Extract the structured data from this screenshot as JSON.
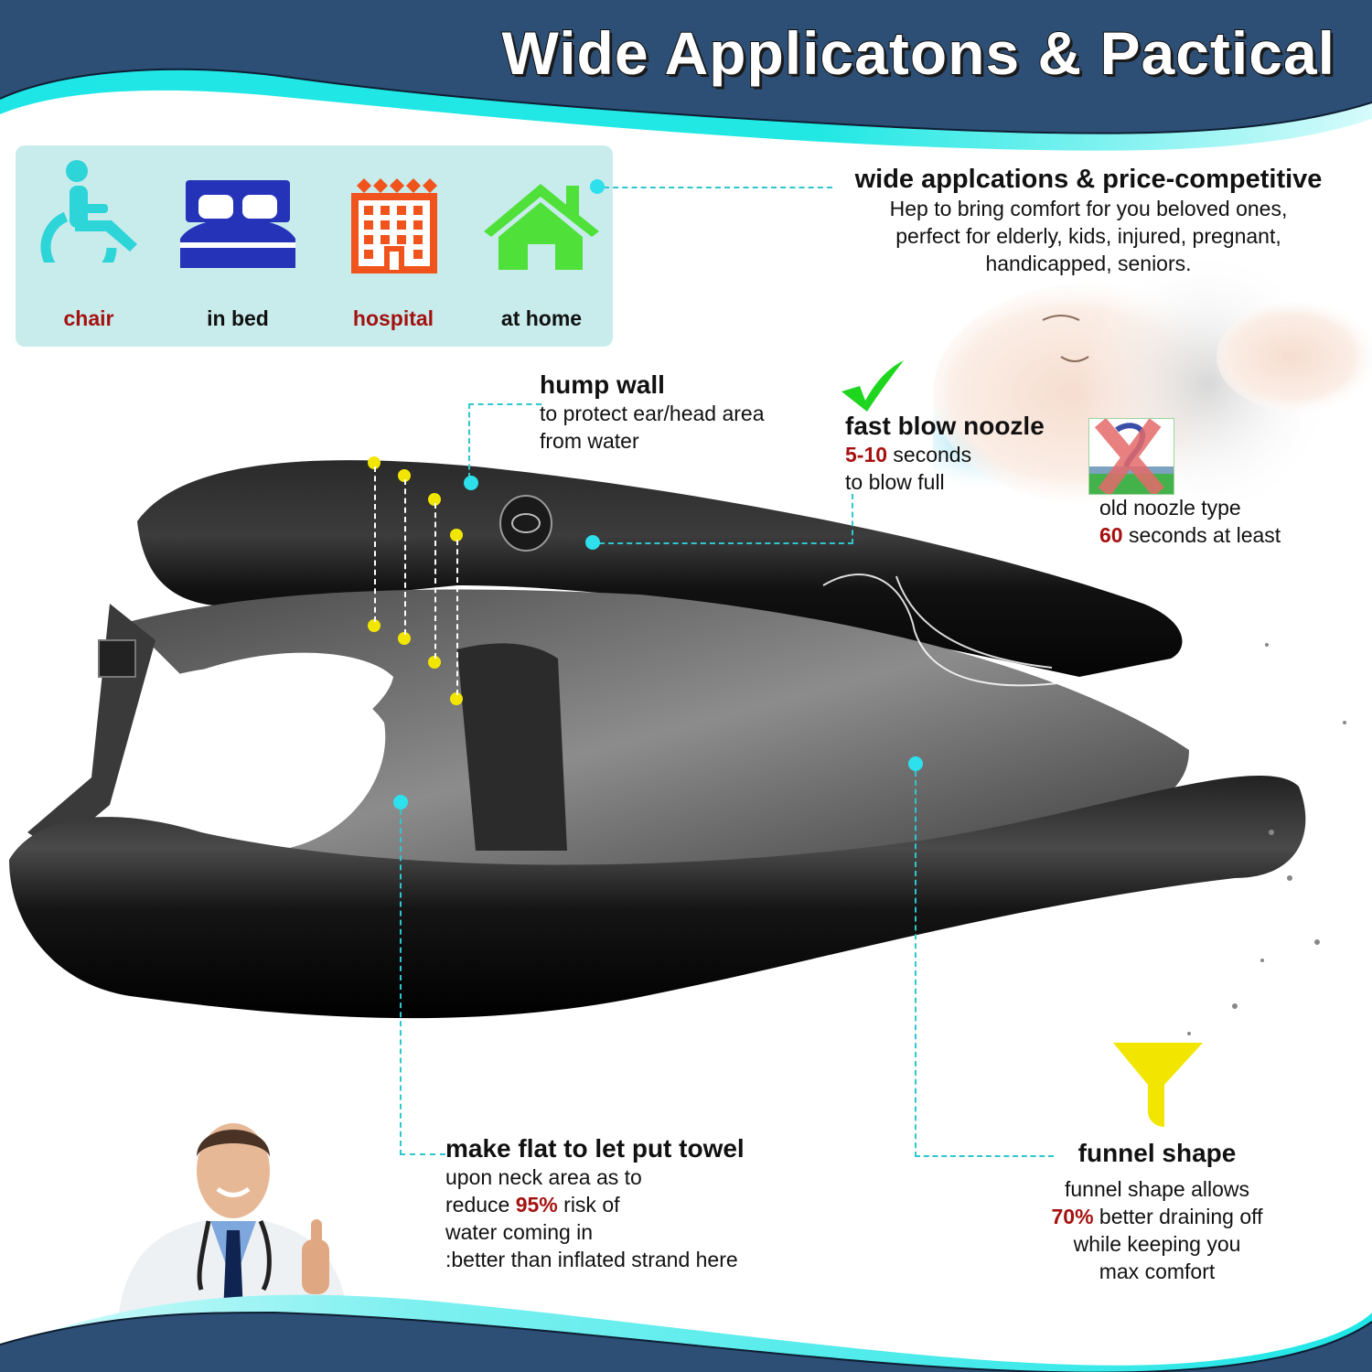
{
  "header": {
    "title": "Wide Applicatons & Pactical",
    "band_color": "#2d4f75",
    "wave_color": "#1fe6e6"
  },
  "applications": {
    "items": [
      {
        "label": "chair",
        "icon": "wheelchair-icon",
        "color": "#2dd4d8",
        "label_color": "#a51111"
      },
      {
        "label": "in bed",
        "icon": "bed-icon",
        "color": "#2433b8",
        "label_color": "#111111"
      },
      {
        "label": "hospital",
        "icon": "hospital-building-icon",
        "color": "#f0531c",
        "label_color": "#a51111"
      },
      {
        "label": "at home",
        "icon": "house-icon",
        "color": "#4fe03a",
        "label_color": "#111111"
      }
    ],
    "panel_color": "#c8ecec"
  },
  "callouts": {
    "wide_applications": {
      "heading": "wide applcations & price-competitive",
      "lines": [
        "Hep to bring comfort for you beloved ones,",
        "perfect for elderly, kids, injured, pregnant,",
        "handicapped, seniors."
      ]
    },
    "hump_wall": {
      "heading": "hump wall",
      "lines": [
        "to protect ear/head area",
        "from  water"
      ]
    },
    "fast_blow": {
      "heading": "fast blow noozle",
      "highlight": "5-10",
      "line1_rest": " seconds",
      "line2": "to blow full",
      "icon": "checkmark-icon"
    },
    "old_noozle": {
      "line1": "old noozle type",
      "highlight": "60",
      "line2_rest": " seconds at least",
      "icon": "cross-out-icon"
    },
    "make_flat": {
      "heading": "make flat to let put towel",
      "line1": "upon neck area as to",
      "line2_pre": "reduce ",
      "highlight": "95%",
      "line2_post": " risk of",
      "line3": "water coming in",
      "line4": ":better than inflated strand here"
    },
    "funnel": {
      "heading": "funnel shape",
      "line1": "funnel shape allows",
      "highlight": "70%",
      "line2_rest": " better draining off",
      "line3": "while keeping you",
      "line4": "max comfort",
      "icon": "funnel-icon",
      "icon_color": "#f2e600"
    }
  },
  "colors": {
    "highlight_red": "#a51111",
    "callout_dot": "#2ee0ec",
    "marker_dot": "#f2e600"
  }
}
